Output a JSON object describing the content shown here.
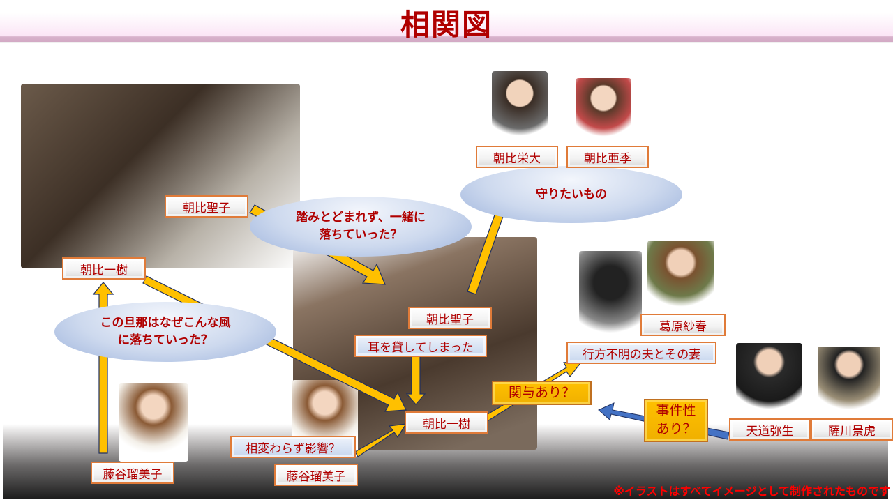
{
  "title": "相関図",
  "labels": {
    "seiko_top": "朝比聖子",
    "kazuki_left": "朝比一樹",
    "eita": "朝比栄大",
    "aki": "朝比亜季",
    "seiko_mid": "朝比聖子",
    "mimi": "耳を貸してしまった",
    "kuzuhara": "葛原紗春",
    "missing": "行方不明の夫とその妻",
    "kazuki_mid": "朝比一樹",
    "tendo": "天道弥生",
    "satsukawa": "薩川景虎",
    "eikyo": "相変わらず影響？",
    "fujitani_mid": "藤谷瑠美子",
    "fujitani_left": "藤谷瑠美子"
  },
  "boxes": {
    "kanyo": "関与あり？",
    "jikensei": "事件性\nあり？"
  },
  "ellipses": {
    "mamoritai": "守りたいもの",
    "fumitodomare": "踏みとどまれず、一緒に\n落ちていった？",
    "danna": "この旦那はなぜこんな風\nに落ちていった？"
  },
  "note": "※イラストはすべてイメージとして制作されたものです",
  "colors": {
    "title": "#b00000",
    "arrow_yellow": "#ffc000",
    "arrow_blue": "#4472c4",
    "label_border": "#e07b39"
  }
}
